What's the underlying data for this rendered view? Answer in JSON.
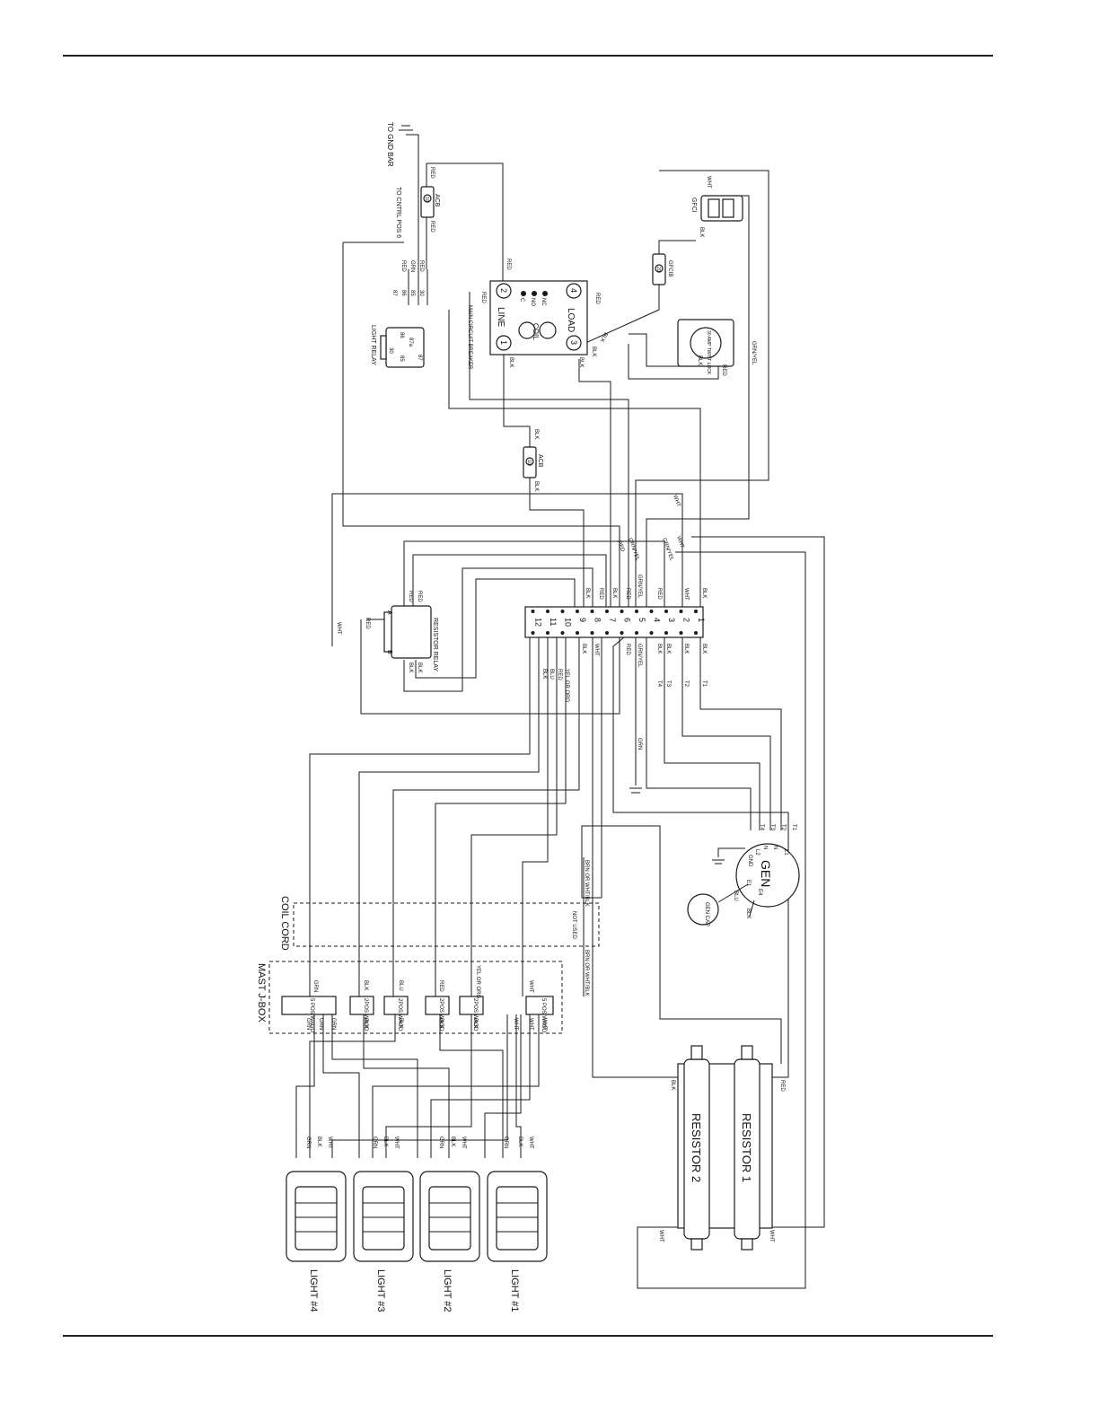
{
  "labels": {
    "gnd_bar": "TO GND BAR",
    "acb": "ACB",
    "acb_num": "10",
    "to_cntrl": "TO CNTRL POS 6",
    "light_relay": "LIGHT RELAY",
    "relay_86": "86",
    "relay_87": "87",
    "relay_87a": "87a",
    "relay_85": "85",
    "relay_30": "30",
    "mcb_line": "LINE",
    "mcb_load": "LOAD",
    "mcb_coil": "COIL",
    "mcb_title": "MAIN CIRCUIT BREAKER",
    "mcb_nc": "NC",
    "mcb_no": "NO",
    "mcb_c": "C",
    "mcb_t1": "1",
    "mcb_t2": "2",
    "mcb_t3": "3",
    "mcb_t4": "4",
    "gfcib": "GFCIB",
    "gfcib_num": "20",
    "gfci": "GFCI",
    "twist_lock": "30 AMP TWIST LOCK",
    "resistor_relay": "RESISTOR RELAY",
    "relay_a": "A",
    "relay_b": "B",
    "gen": "GEN",
    "gen_cap": "GEN CAP",
    "gen_l1": "L1",
    "gen_n": "N",
    "gen_l2": "L2",
    "gen_gnd": "GND",
    "gen_e1": "E1",
    "gen_e4": "E4",
    "coil_cord": "COIL CORD",
    "mast_jbox": "MAST J-BOX",
    "not_used": "NOT USED",
    "brn_wht_blk_1": "BRN OR WHT/BLK",
    "brn_wht_blk_2": "BRN OR WHT/BLK",
    "wago5_1": "5 POS WAGO",
    "wago2_1": "2POS WAGO",
    "wago2_2": "2POS WAGO",
    "wago2_3": "2POS WAGO",
    "wago2_4": "2POS WAGO",
    "wago5_2": "5 POS WAGO",
    "resistor1": "RESISTOR 1",
    "resistor2": "RESISTOR 2",
    "light1": "LIGHT #1",
    "light2": "LIGHT #2",
    "light3": "LIGHT #3",
    "light4": "LIGHT #4",
    "t1": "T1",
    "t2": "T2",
    "t3": "T3",
    "t4": "T4",
    "yel_org": "YEL OR ORG",
    "wire_red": "RED",
    "wire_blk": "BLK",
    "wire_wht": "WHT",
    "wire_grn": "GRN",
    "wire_blu": "BLU",
    "wire_grnyel": "GRN/YEL"
  },
  "terminal_block": [
    "1",
    "2",
    "3",
    "4",
    "5",
    "6",
    "7",
    "8",
    "9",
    "10",
    "11",
    "12"
  ]
}
